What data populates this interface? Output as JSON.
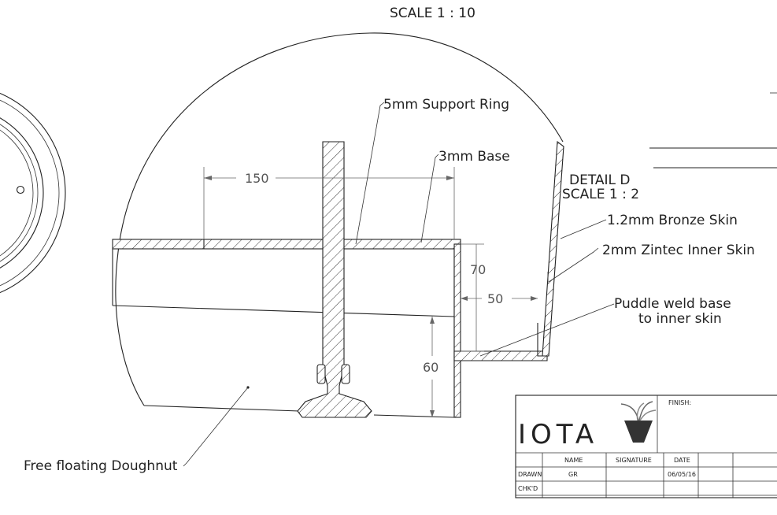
{
  "header": {
    "scale_cut": "SCALE 1 : 10"
  },
  "detail": {
    "title": "DETAIL D",
    "scale": "SCALE 1 : 2"
  },
  "labels": {
    "support_ring": "5mm Support Ring",
    "base": "3mm Base",
    "bronze_skin": "1.2mm Bronze Skin",
    "zintec_skin": "2mm Zintec Inner Skin",
    "puddle_weld_1": "Puddle weld base",
    "puddle_weld_2": "to inner skin",
    "doughnut": "Free floating Doughnut"
  },
  "dimensions": {
    "d150": "150",
    "d70": "70",
    "d50": "50",
    "d60": "60"
  },
  "title_block": {
    "logo": "IOTA",
    "finish_label": "FINISH:",
    "col_name": "NAME",
    "col_signature": "SIGNATURE",
    "col_date": "DATE",
    "row_drawn": "DRAWN",
    "row_checked": "CHK'D",
    "drawn_name": "GR",
    "drawn_date": "06/05/16"
  }
}
